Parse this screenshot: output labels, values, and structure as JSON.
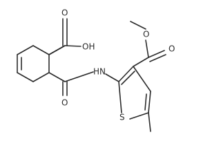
{
  "molecule": {
    "atoms": {
      "oh": "OH",
      "acid_o": "O",
      "amide_o": "O",
      "nh": "HN",
      "ester_o_carbonyl": "O",
      "ester_o": "O",
      "s": "S"
    }
  }
}
